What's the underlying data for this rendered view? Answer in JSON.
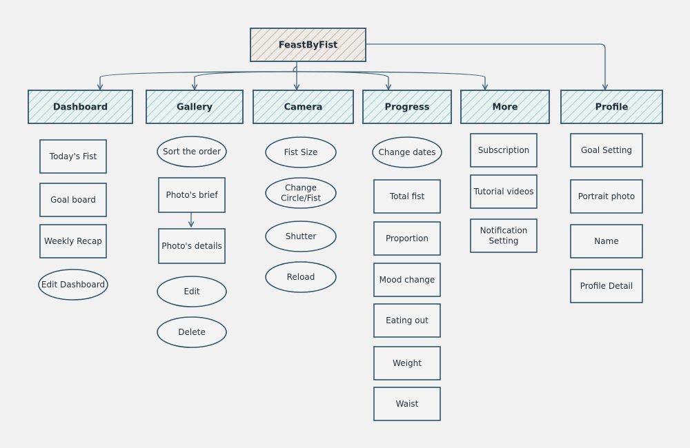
{
  "diagram": {
    "root": {
      "label": "FeastByFist"
    },
    "columns": [
      {
        "id": "dashboard",
        "label": "Dashboard",
        "items": [
          {
            "label": "Today's Fist",
            "shape": "rect"
          },
          {
            "label": "Goal board",
            "shape": "rect"
          },
          {
            "label": "Weekly Recap",
            "shape": "rect"
          },
          {
            "label": "Edit Dashboard",
            "shape": "ellipse"
          }
        ]
      },
      {
        "id": "gallery",
        "label": "Gallery",
        "items": [
          {
            "label": "Sort the order",
            "shape": "ellipse"
          },
          {
            "label": "Photo's brief",
            "shape": "rect"
          },
          {
            "label": "Photo's details",
            "shape": "rect"
          },
          {
            "label": "Edit",
            "shape": "ellipse"
          },
          {
            "label": "Delete",
            "shape": "ellipse"
          }
        ]
      },
      {
        "id": "camera",
        "label": "Camera",
        "items": [
          {
            "label": "Fist Size",
            "shape": "ellipse"
          },
          {
            "label": "Change Circle/Fist",
            "lines": [
              "Change",
              "Circle/Fist"
            ],
            "shape": "ellipse"
          },
          {
            "label": "Shutter",
            "shape": "ellipse"
          },
          {
            "label": "Reload",
            "shape": "ellipse"
          }
        ]
      },
      {
        "id": "progress",
        "label": "Progress",
        "items": [
          {
            "label": "Change dates",
            "shape": "ellipse"
          },
          {
            "label": "Total fist",
            "shape": "rect"
          },
          {
            "label": "Proportion",
            "shape": "rect"
          },
          {
            "label": "Mood change",
            "shape": "rect"
          },
          {
            "label": "Eating out",
            "shape": "rect"
          },
          {
            "label": "Weight",
            "shape": "rect"
          },
          {
            "label": "Waist",
            "shape": "rect"
          }
        ]
      },
      {
        "id": "more",
        "label": "More",
        "items": [
          {
            "label": "Subscription",
            "shape": "rect"
          },
          {
            "label": "Tutorial videos",
            "shape": "rect"
          },
          {
            "label": "Notification Setting",
            "lines": [
              "Notification",
              "Setting"
            ],
            "shape": "rect"
          }
        ]
      },
      {
        "id": "profile",
        "label": "Profile",
        "items": [
          {
            "label": "Goal Setting",
            "shape": "rect"
          },
          {
            "label": "Portrait photo",
            "shape": "rect"
          },
          {
            "label": "Name",
            "shape": "rect"
          },
          {
            "label": "Profile Detail",
            "shape": "rect"
          }
        ]
      }
    ],
    "colors": {
      "stroke": "#2e5368",
      "root_hatch": "#c9b9ad",
      "category_hatch": "#9fd3d6",
      "background": "#f1f1f1",
      "node_fill": "#f4f4f4"
    }
  }
}
